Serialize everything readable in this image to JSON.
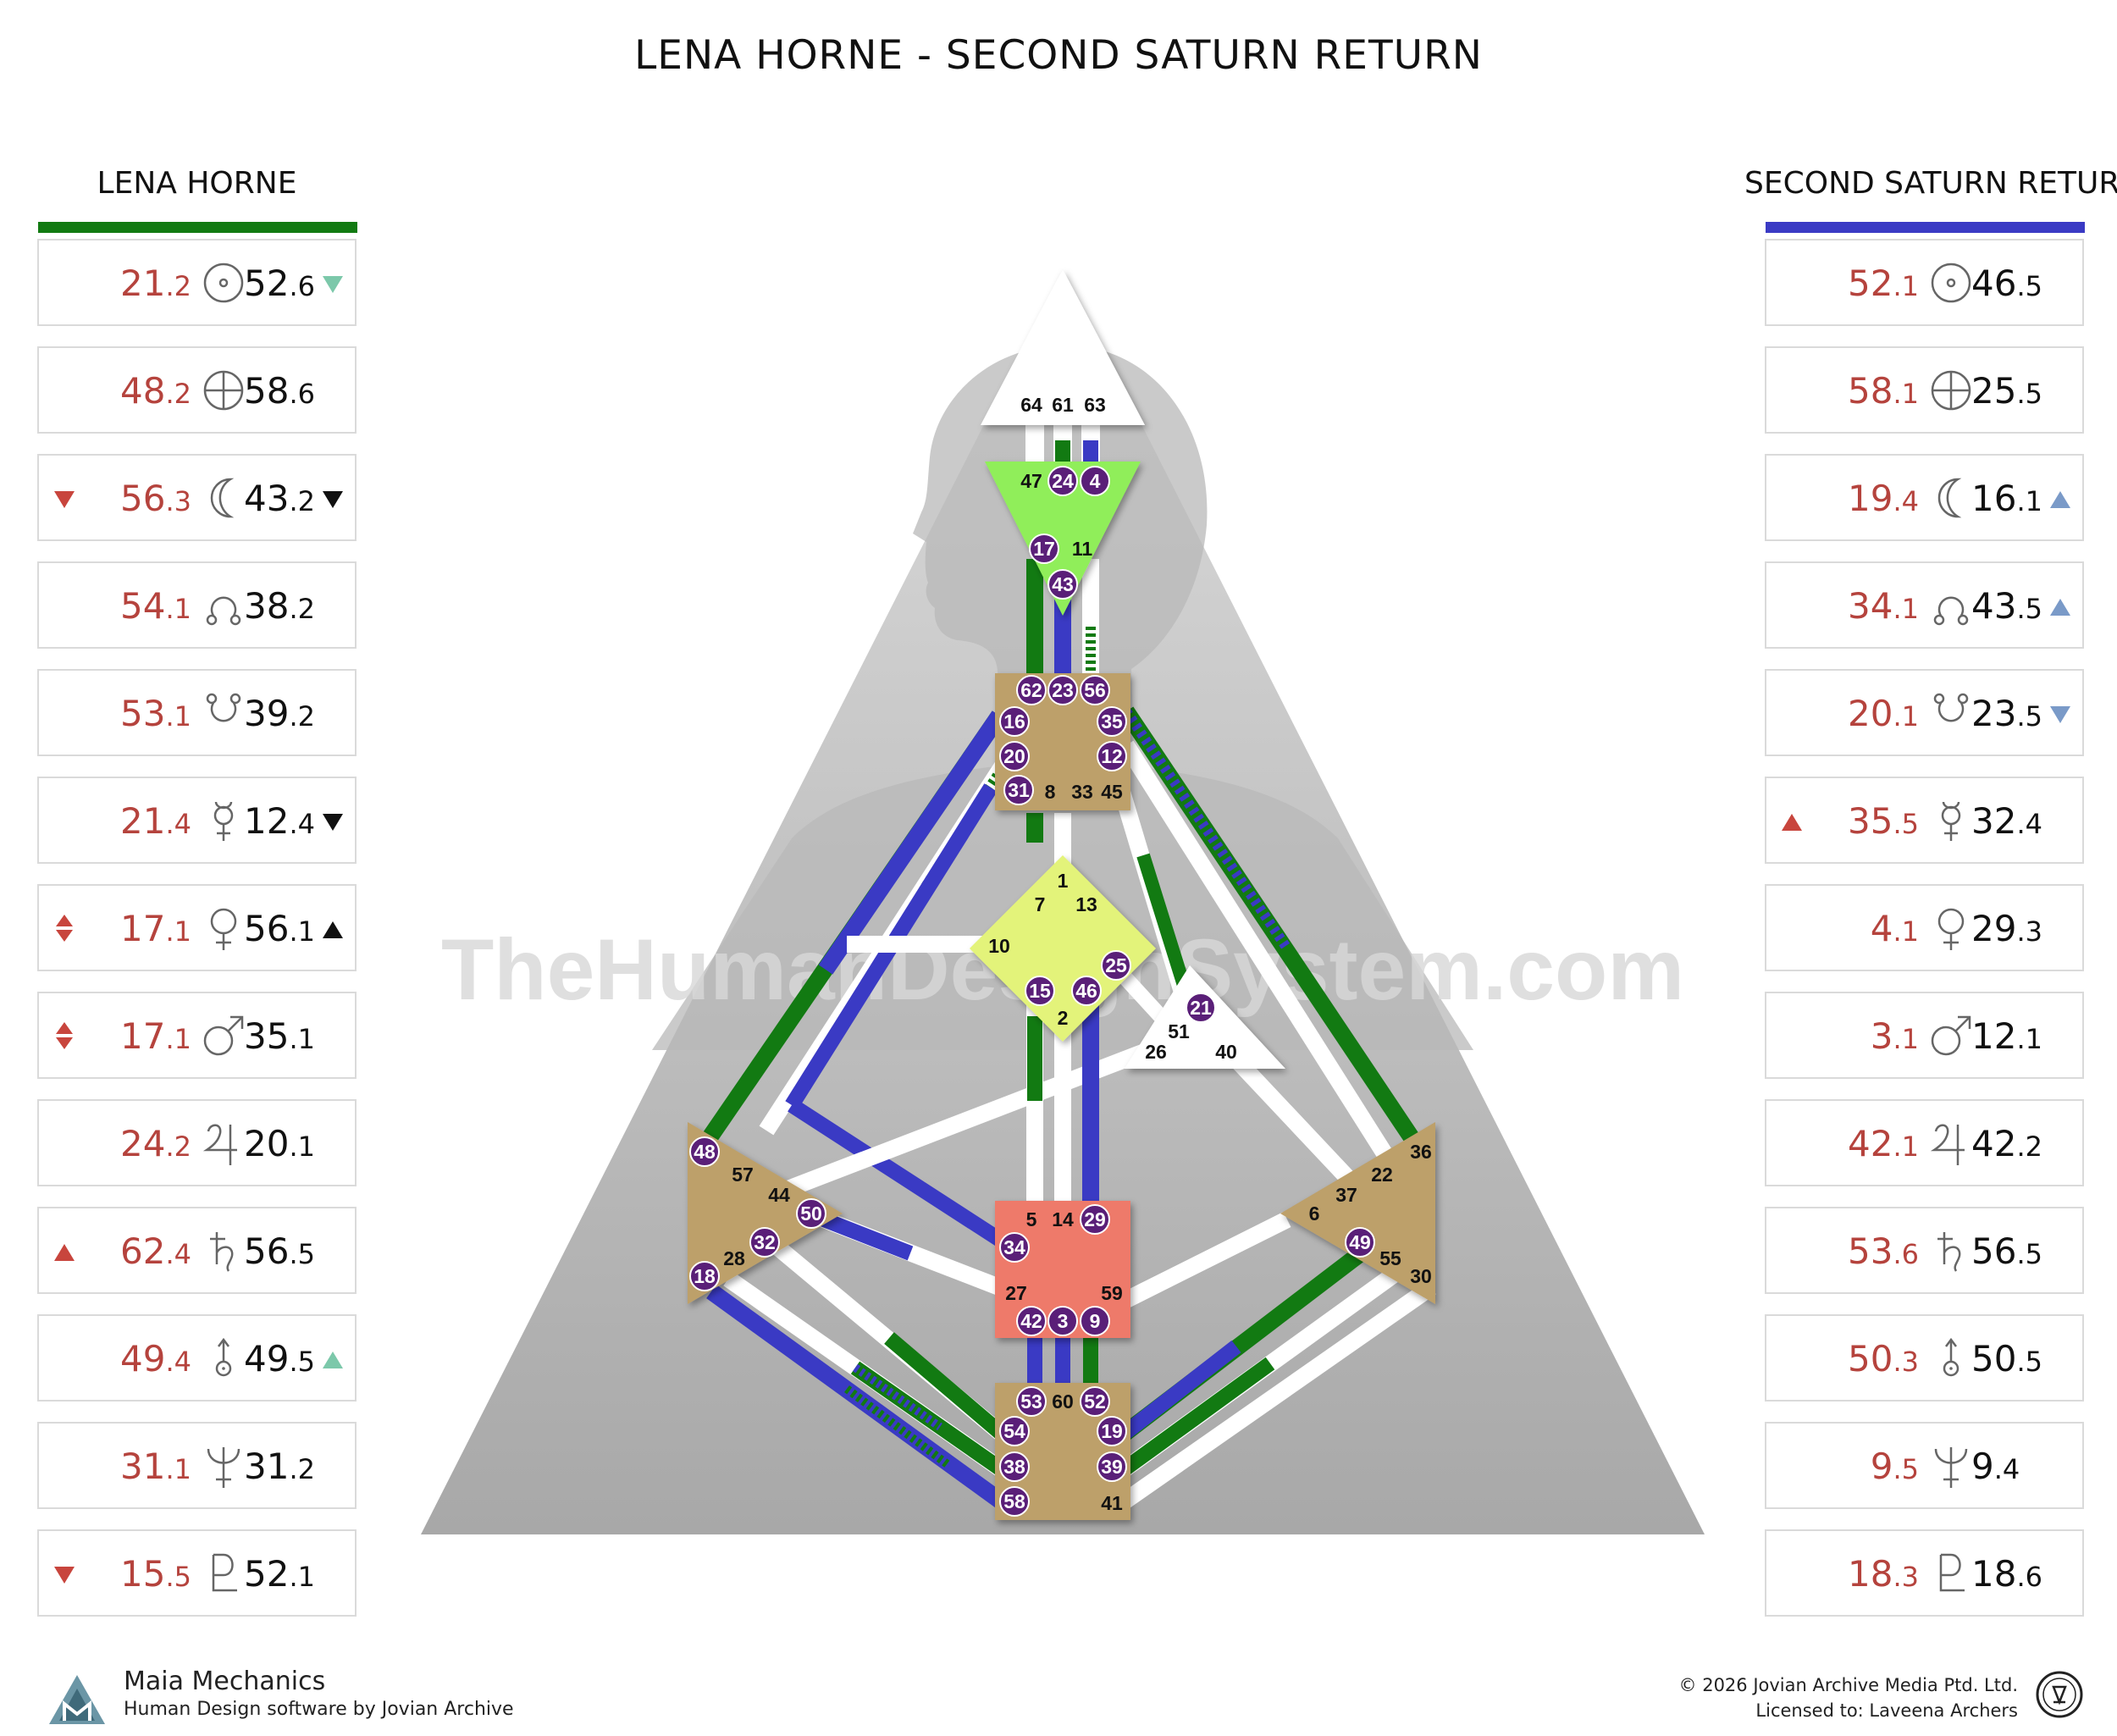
{
  "title": "LENA HORNE - SECOND SATURN RETURN",
  "watermark": "TheHumanDesignSystem.com",
  "left_column": {
    "header": "LENA HORNE",
    "color": "#127a12",
    "rows": [
      {
        "planet": "sun-icon",
        "a_main": "21",
        "a_dec": ".2",
        "b_main": "52",
        "b_dec": ".6",
        "mark_left": "",
        "mark_right": "down-teal"
      },
      {
        "planet": "earth-icon",
        "a_main": "48",
        "a_dec": ".2",
        "b_main": "58",
        "b_dec": ".6",
        "mark_left": "",
        "mark_right": ""
      },
      {
        "planet": "moon-icon",
        "a_main": "56",
        "a_dec": ".3",
        "b_main": "43",
        "b_dec": ".2",
        "mark_left": "down-red",
        "mark_right": "down-black"
      },
      {
        "planet": "north-node-icon",
        "a_main": "54",
        "a_dec": ".1",
        "b_main": "38",
        "b_dec": ".2",
        "mark_left": "",
        "mark_right": ""
      },
      {
        "planet": "south-node-icon",
        "a_main": "53",
        "a_dec": ".1",
        "b_main": "39",
        "b_dec": ".2",
        "mark_left": "",
        "mark_right": ""
      },
      {
        "planet": "mercury-icon",
        "a_main": "21",
        "a_dec": ".4",
        "b_main": "12",
        "b_dec": ".4",
        "mark_left": "",
        "mark_right": "down-black"
      },
      {
        "planet": "venus-icon",
        "a_main": "17",
        "a_dec": ".1",
        "b_main": "56",
        "b_dec": ".1",
        "mark_left": "updown-red",
        "mark_right": "up-black"
      },
      {
        "planet": "mars-icon",
        "a_main": "17",
        "a_dec": ".1",
        "b_main": "35",
        "b_dec": ".1",
        "mark_left": "updown-red",
        "mark_right": ""
      },
      {
        "planet": "jupiter-icon",
        "a_main": "24",
        "a_dec": ".2",
        "b_main": "20",
        "b_dec": ".1",
        "mark_left": "",
        "mark_right": ""
      },
      {
        "planet": "saturn-icon",
        "a_main": "62",
        "a_dec": ".4",
        "b_main": "56",
        "b_dec": ".5",
        "mark_left": "up-red",
        "mark_right": ""
      },
      {
        "planet": "uranus-icon",
        "a_main": "49",
        "a_dec": ".4",
        "b_main": "49",
        "b_dec": ".5",
        "mark_left": "",
        "mark_right": "up-teal"
      },
      {
        "planet": "neptune-icon",
        "a_main": "31",
        "a_dec": ".1",
        "b_main": "31",
        "b_dec": ".2",
        "mark_left": "",
        "mark_right": ""
      },
      {
        "planet": "pluto-icon",
        "a_main": "15",
        "a_dec": ".5",
        "b_main": "52",
        "b_dec": ".1",
        "mark_left": "down-red",
        "mark_right": ""
      }
    ]
  },
  "right_column": {
    "header": "SECOND SATURN RETURN",
    "color": "#3a3ac4",
    "rows": [
      {
        "planet": "sun-icon",
        "a_main": "52",
        "a_dec": ".1",
        "b_main": "46",
        "b_dec": ".5",
        "mark_left": "",
        "mark_right": ""
      },
      {
        "planet": "earth-icon",
        "a_main": "58",
        "a_dec": ".1",
        "b_main": "25",
        "b_dec": ".5",
        "mark_left": "",
        "mark_right": ""
      },
      {
        "planet": "moon-icon",
        "a_main": "19",
        "a_dec": ".4",
        "b_main": "16",
        "b_dec": ".1",
        "mark_left": "",
        "mark_right": "up-blue"
      },
      {
        "planet": "north-node-icon",
        "a_main": "34",
        "a_dec": ".1",
        "b_main": "43",
        "b_dec": ".5",
        "mark_left": "",
        "mark_right": "up-blue"
      },
      {
        "planet": "south-node-icon",
        "a_main": "20",
        "a_dec": ".1",
        "b_main": "23",
        "b_dec": ".5",
        "mark_left": "",
        "mark_right": "down-blue"
      },
      {
        "planet": "mercury-icon",
        "a_main": "35",
        "a_dec": ".5",
        "b_main": "32",
        "b_dec": ".4",
        "mark_left": "up-red",
        "mark_right": ""
      },
      {
        "planet": "venus-icon",
        "a_main": "4",
        "a_dec": ".1",
        "b_main": "29",
        "b_dec": ".3",
        "mark_left": "",
        "mark_right": ""
      },
      {
        "planet": "mars-icon",
        "a_main": "3",
        "a_dec": ".1",
        "b_main": "12",
        "b_dec": ".1",
        "mark_left": "",
        "mark_right": ""
      },
      {
        "planet": "jupiter-icon",
        "a_main": "42",
        "a_dec": ".1",
        "b_main": "42",
        "b_dec": ".2",
        "mark_left": "",
        "mark_right": ""
      },
      {
        "planet": "saturn-icon",
        "a_main": "53",
        "a_dec": ".6",
        "b_main": "56",
        "b_dec": ".5",
        "mark_left": "",
        "mark_right": ""
      },
      {
        "planet": "uranus-icon",
        "a_main": "50",
        "a_dec": ".3",
        "b_main": "50",
        "b_dec": ".5",
        "mark_left": "",
        "mark_right": ""
      },
      {
        "planet": "neptune-icon",
        "a_main": "9",
        "a_dec": ".5",
        "b_main": "9",
        "b_dec": ".4",
        "mark_left": "",
        "mark_right": ""
      },
      {
        "planet": "pluto-icon",
        "a_main": "18",
        "a_dec": ".3",
        "b_main": "18",
        "b_dec": ".6",
        "mark_left": "",
        "mark_right": ""
      }
    ]
  },
  "colors": {
    "design": "#127a12",
    "personality": "#3a3ac4",
    "head_center": "#ffffff",
    "ajna_center": "#90ee5a",
    "throat_center": "#bda06a",
    "g_center": "#e3f37a",
    "ego_center": "#ffffff",
    "spleen_center": "#bda06a",
    "solar_plexus_center": "#bda06a",
    "sacral_center": "#ee7a6a",
    "root_center": "#bda06a",
    "gate_badge": "#5a1f78",
    "red_text": "#b5433d"
  },
  "gates": {
    "head": [
      "64",
      "61",
      "63"
    ],
    "ajna": [
      "47",
      "24",
      "4",
      "17",
      "11",
      "43"
    ],
    "throat": [
      "62",
      "23",
      "56",
      "16",
      "35",
      "20",
      "12",
      "31",
      "8",
      "33",
      "45"
    ],
    "g": [
      "1",
      "7",
      "13",
      "10",
      "25",
      "15",
      "46",
      "2"
    ],
    "ego": [
      "21",
      "51",
      "26",
      "40"
    ],
    "spleen": [
      "48",
      "57",
      "44",
      "50",
      "32",
      "28",
      "18"
    ],
    "solar_plexus": [
      "36",
      "22",
      "37",
      "6",
      "49",
      "55",
      "30"
    ],
    "sacral": [
      "5",
      "14",
      "29",
      "34",
      "27",
      "59",
      "42",
      "3",
      "9"
    ],
    "root": [
      "53",
      "60",
      "52",
      "54",
      "19",
      "38",
      "39",
      "58",
      "41"
    ]
  },
  "footer": {
    "brand": "Maia Mechanics",
    "tagline": "Human Design software by Jovian Archive",
    "copyright": "© 2026 Jovian Archive Media Ptd. Ltd.",
    "license": "Licensed to: Laveena Archers"
  }
}
